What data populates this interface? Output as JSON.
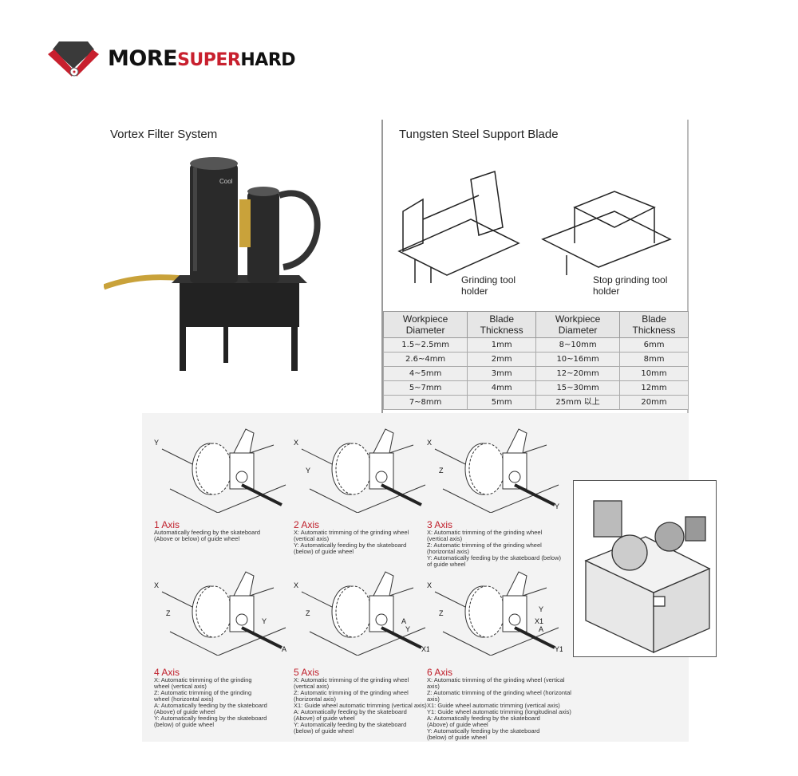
{
  "brand": {
    "logo_text_1": "MORE",
    "logo_text_2": "SUPER",
    "logo_text_3": "HARD",
    "colors": {
      "red": "#c8202e",
      "dark": "#333333"
    }
  },
  "vortex": {
    "title": "Vortex Filter System",
    "label_on_tank": "Cool"
  },
  "tungsten": {
    "title": "Tungsten Steel Support Blade",
    "captions": [
      "Grinding tool holder",
      "Stop grinding tool holder"
    ],
    "table": {
      "headers": [
        "Workpiece Diameter",
        "Blade Thickness",
        "Workpiece Diameter",
        "Blade Thickness"
      ],
      "rows": [
        [
          "1.5~2.5mm",
          "1mm",
          "8~10mm",
          "6mm"
        ],
        [
          "2.6~4mm",
          "2mm",
          "10~16mm",
          "8mm"
        ],
        [
          "4~5mm",
          "3mm",
          "12~20mm",
          "10mm"
        ],
        [
          "5~7mm",
          "4mm",
          "15~30mm",
          "12mm"
        ],
        [
          "7~8mm",
          "5mm",
          "25mm 以上",
          "20mm"
        ]
      ]
    }
  },
  "axes": [
    {
      "title": "1 Axis",
      "desc": "Automatically feeding by the skateboard\n(Above or below) of guide wheel",
      "labels": [
        "Y"
      ]
    },
    {
      "title": "2 Axis",
      "desc": "X: Automatic trimming of the grinding wheel\n   (vertical axis)\nY: Automatically feeding by the skateboard\n   (below) of guide wheel",
      "labels": [
        "X",
        "Y"
      ]
    },
    {
      "title": "3 Axis",
      "desc": "X: Automatic trimming of the grinding wheel\n   (vertical axis)\nZ: Automatic trimming of the grinding wheel\n   (horizontal axis)\nY: Automatically feeding by the skateboard (below)\n   of guide wheel",
      "labels": [
        "X",
        "Z",
        "Y"
      ]
    },
    {
      "title": "4 Axis",
      "desc": "X: Automatic trimming of the grinding\n   wheel (vertical axis)\nZ: Automatic trimming of the grinding\n   wheel (horizontal axis)\nA: Automatically feeding by the skateboard\n   (Above) of guide wheel\nY: Automatically feeding by the skateboard\n   (below) of guide wheel",
      "labels": [
        "X",
        "Z",
        "A",
        "Y"
      ]
    },
    {
      "title": "5 Axis",
      "desc": "X: Automatic trimming of the grinding wheel\n   (vertical axis)\nZ: Automatic trimming of the grinding wheel\n   (horizontal axis)\nX1: Guide wheel automatic trimming (vertical axis)\nA: Automatically feeding by the skateboard\n   (Above) of guide wheel\nY: Automatically feeding by the skateboard\n   (below) of guide wheel",
      "labels": [
        "X",
        "Z",
        "X1",
        "A",
        "Y"
      ]
    },
    {
      "title": "6 Axis",
      "desc": "X: Automatic trimming of the grinding wheel (vertical axis)\nZ: Automatic trimming of the grinding wheel (horizontal axis)\nX1: Guide wheel automatic trimming (vertical axis)\nY1: Guide wheel automatic trimming (longitudinal axis)\nA: Automatically feeding by the skateboard\n   (Above) of guide wheel\nY: Automatically feeding by the skateboard\n   (below) of guide wheel",
      "labels": [
        "X",
        "Z",
        "Y1",
        "X1",
        "A",
        "Y"
      ]
    }
  ]
}
